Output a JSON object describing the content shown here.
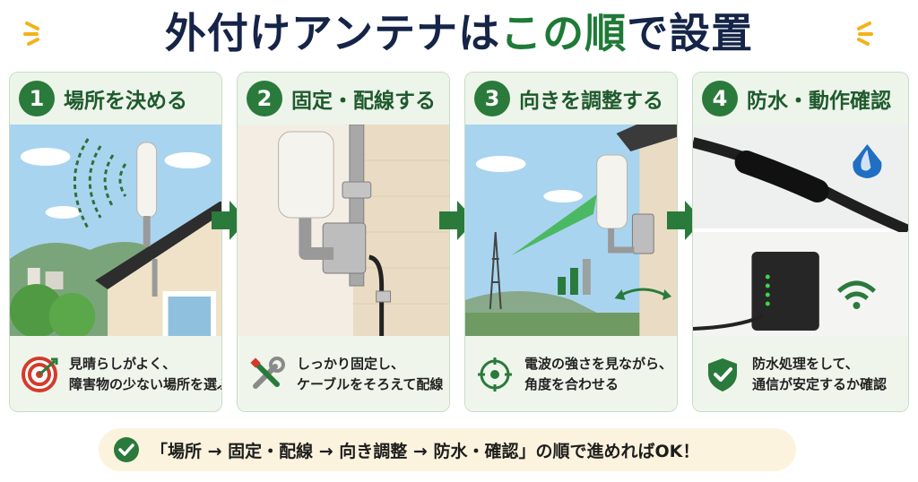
{
  "title": {
    "part1": "外付けアンテナは",
    "part2": "この順",
    "part3": "で設置"
  },
  "colors": {
    "navy": "#152447",
    "accent_green": "#1e7a36",
    "card_border": "#c7dcc7",
    "banner_bg": "#fbf3dd"
  },
  "steps": [
    {
      "number": "1",
      "title": "場所を決める",
      "line1": "見晴らしがよく、",
      "line2": "障害物の少ない場所を選ぶ",
      "icon": "target-icon"
    },
    {
      "number": "2",
      "title": "固定・配線する",
      "line1": "しっかり固定し、",
      "line2": "ケーブルをそろえて配線",
      "icon": "tools-icon"
    },
    {
      "number": "3",
      "title": "向きを調整する",
      "line1": "電波の強さを見ながら、",
      "line2": "角度を合わせる",
      "icon": "crosshair-icon"
    },
    {
      "number": "4",
      "title": "防水・動作確認",
      "line1": "防水処理をして、",
      "line2": "通信が安定するか確認",
      "icon": "shield-check-icon"
    }
  ],
  "banner": {
    "text": "「場所 → 固定・配線 → 向き調整 → 防水・確認」の順で進めればOK！"
  }
}
